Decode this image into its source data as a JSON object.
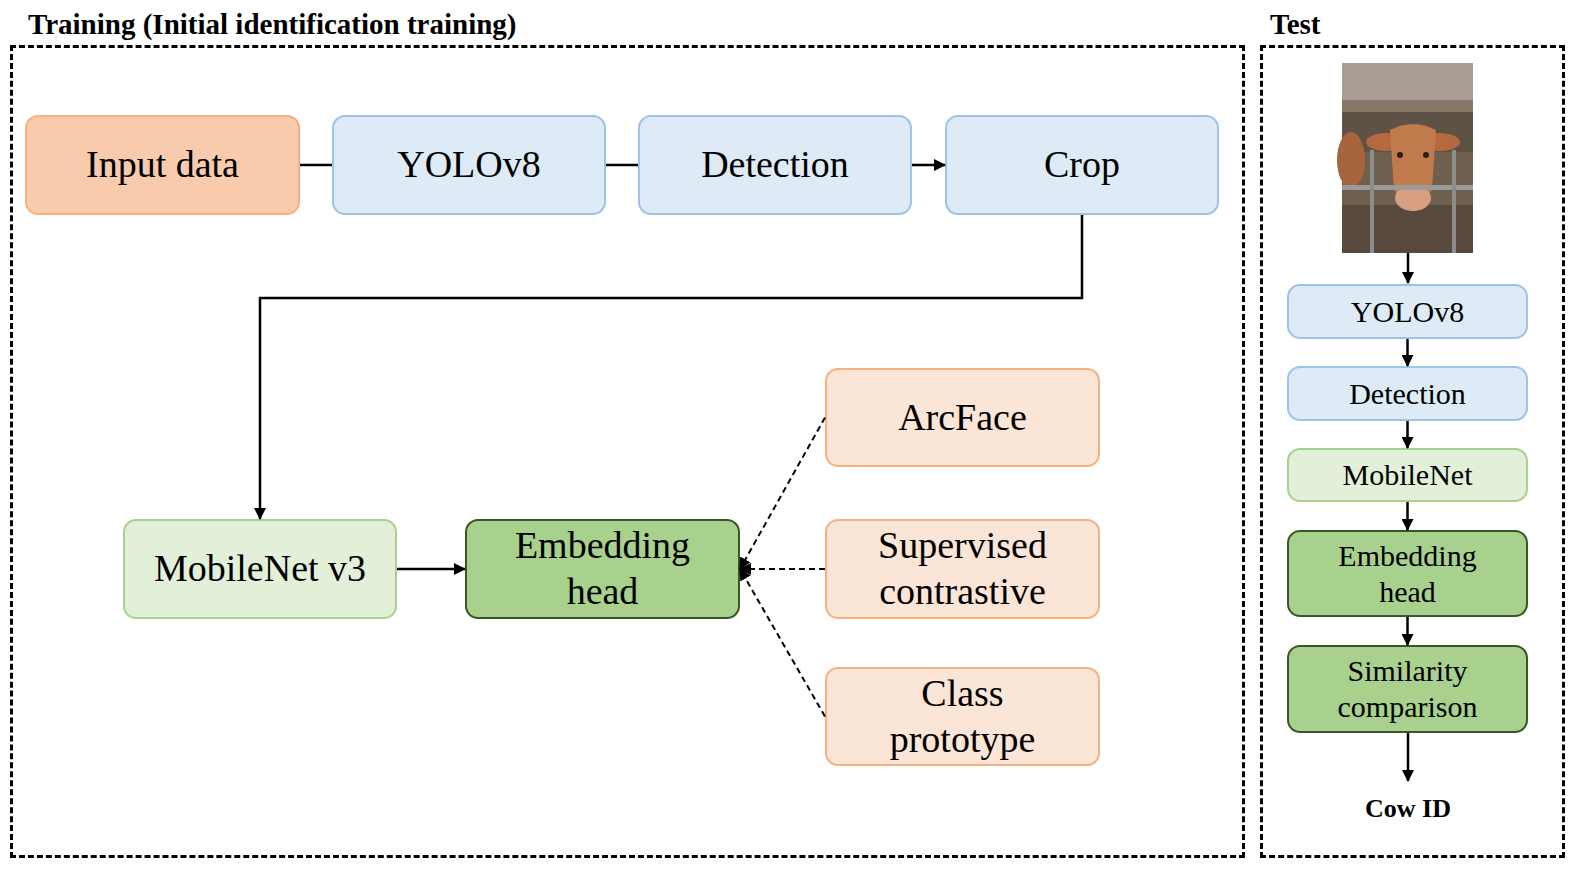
{
  "diagram": {
    "nodes": [
      {
        "text": [
          "Training (Initial identification training)"
        ]
      },
      {
        "text": [
          "Input data"
        ],
        "in": 0
      },
      {
        "text": [
          "YOLOv8"
        ],
        "in": 0
      },
      {
        "text": [
          "Detection"
        ],
        "in": 0
      },
      {
        "text": [
          "Crop"
        ],
        "in": 0
      },
      {
        "text": [
          "MobileNet v3"
        ],
        "in": 0
      },
      {
        "text": [
          "Embedding head"
        ],
        "in": 0
      },
      {
        "text": [
          "ArcFace"
        ],
        "in": 0
      },
      {
        "text": [
          "Supervised contrastive"
        ],
        "in": 0
      },
      {
        "text": [
          "Class prototype"
        ],
        "in": 0
      },
      {
        "text": [
          "Test"
        ]
      },
      {
        "text": [
          "YOLOv8"
        ],
        "in": 10
      },
      {
        "text": [
          "Detection"
        ],
        "in": 10
      },
      {
        "text": [
          "MobileNet"
        ],
        "in": 10
      },
      {
        "text": [
          "Embedding head"
        ],
        "in": 10
      },
      {
        "text": [
          "Similarity comparison"
        ],
        "in": 10
      }
    ],
    "edges": [
      {
        "from": 1,
        "to": 2,
        "arrow": "none"
      },
      {
        "from": 2,
        "to": 3,
        "arrow": "none"
      },
      {
        "from": 3,
        "to": 4,
        "arrow": "to"
      },
      {
        "from": 4,
        "to": 5,
        "arrow": "to"
      },
      {
        "from": 5,
        "to": 6,
        "arrow": "to"
      },
      {
        "from": 7,
        "to": 6,
        "arrow": "to"
      },
      {
        "from": 8,
        "to": 6,
        "arrow": "to"
      },
      {
        "from": 9,
        "to": 6,
        "arrow": "to"
      },
      {
        "from": 11,
        "to": 12,
        "arrow": "to"
      },
      {
        "from": 12,
        "to": 13,
        "arrow": "to"
      },
      {
        "from": 13,
        "to": 14,
        "arrow": "to"
      },
      {
        "from": 14,
        "to": 15,
        "arrow": "to"
      }
    ],
    "labels": [
      "Cow ID"
    ]
  }
}
